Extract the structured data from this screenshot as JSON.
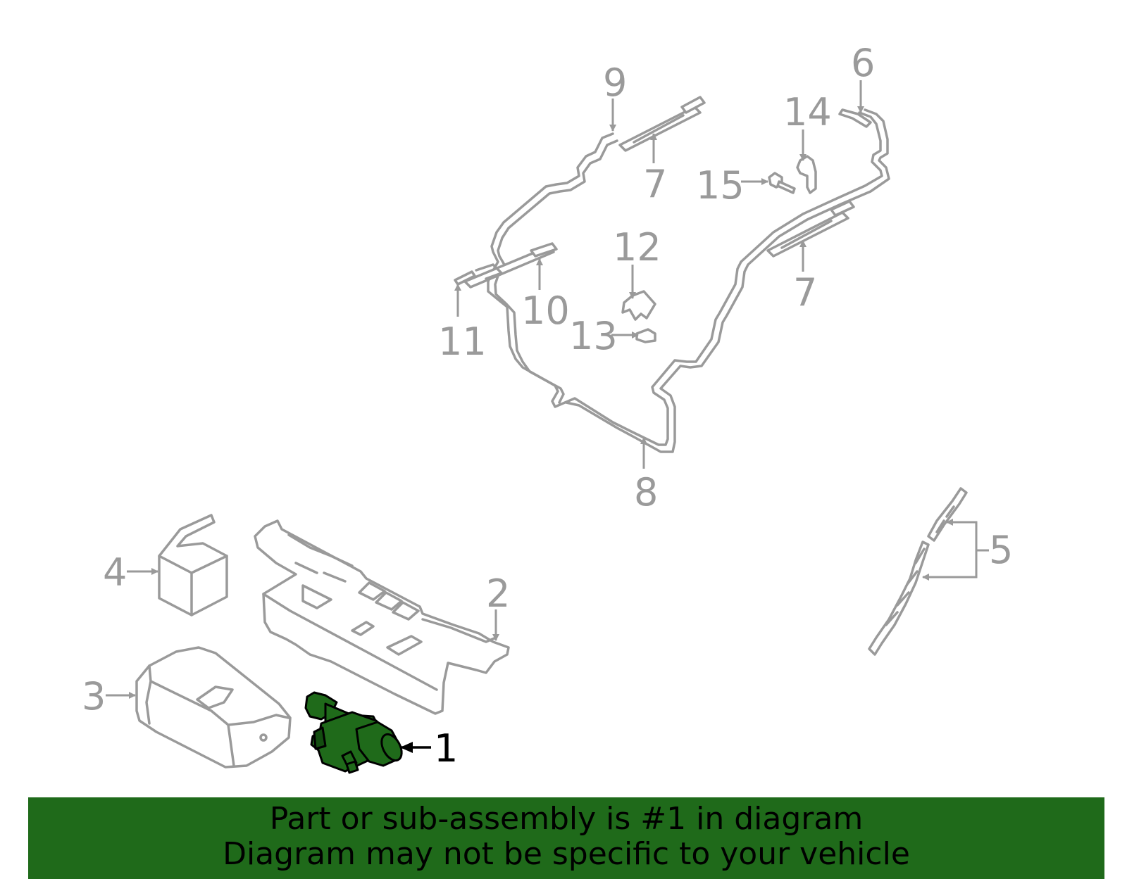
{
  "diagram": {
    "highlight_color": "#1f6a1a",
    "part_color": "#9a9a9a",
    "callouts": {
      "c1": "1",
      "c2": "2",
      "c3": "3",
      "c4": "4",
      "c5": "5",
      "c6": "6",
      "c7a": "7",
      "c7b": "7",
      "c8": "8",
      "c9": "9",
      "c10": "10",
      "c11": "11",
      "c12": "12",
      "c13": "13",
      "c14": "14",
      "c15": "15"
    }
  },
  "banner": {
    "background": "#1f6a1a",
    "line1": "Part or sub-assembly is #1 in diagram",
    "line2": "Diagram may not be specific to your vehicle"
  }
}
